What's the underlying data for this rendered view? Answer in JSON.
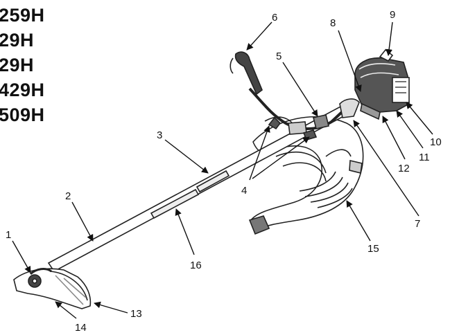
{
  "models": [
    "259H",
    "29H",
    "29H",
    "429H",
    "509H"
  ],
  "callouts": [
    {
      "n": "1"
    },
    {
      "n": "2"
    },
    {
      "n": "3"
    },
    {
      "n": "4"
    },
    {
      "n": "5"
    },
    {
      "n": "6"
    },
    {
      "n": "7"
    },
    {
      "n": "8"
    },
    {
      "n": "9"
    },
    {
      "n": "10"
    },
    {
      "n": "11"
    },
    {
      "n": "12"
    },
    {
      "n": "13"
    },
    {
      "n": "14"
    },
    {
      "n": "15"
    },
    {
      "n": "16"
    }
  ]
}
